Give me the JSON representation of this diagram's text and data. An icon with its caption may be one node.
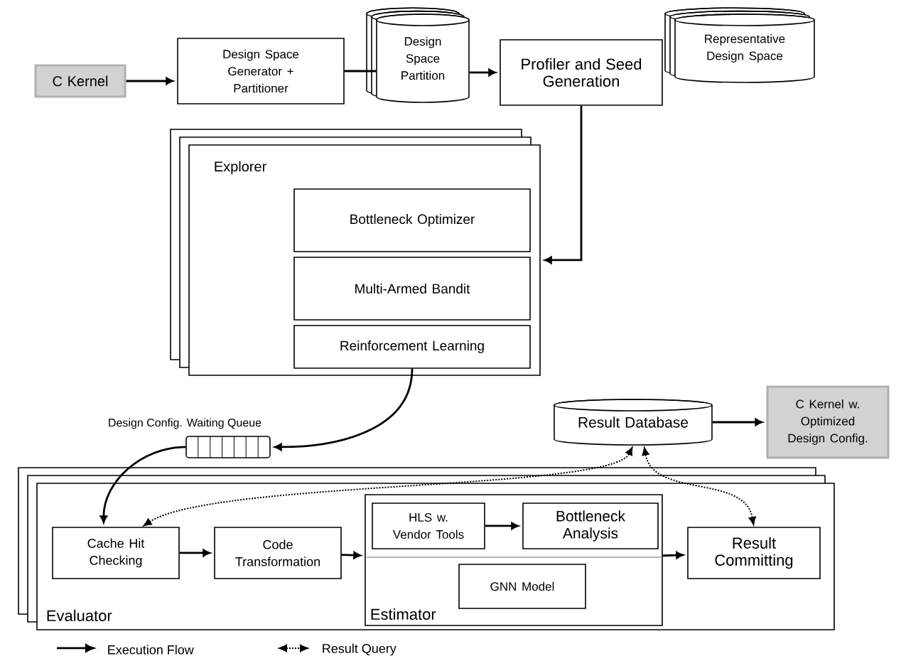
{
  "diagram": {
    "nodes": [
      {
        "text": [
          "C Kernel"
        ]
      },
      {
        "text": [
          "Design Space Generator + Partitioner"
        ]
      },
      {
        "text": [
          "Design Space Partition"
        ]
      },
      {
        "text": [
          "Profiler and Seed Generation"
        ]
      },
      {
        "text": [
          "Representative Design Space"
        ]
      },
      {
        "text": [
          "Explorer"
        ]
      },
      {
        "text": [
          "Bottleneck Optimizer"
        ],
        "in": 5
      },
      {
        "text": [
          "Multi-Armed Bandit"
        ],
        "in": 5
      },
      {
        "text": [
          "Reinforcement Learning"
        ],
        "in": 5
      },
      {
        "text": [],
        "shape": "box",
        "beside": [
          "Design Config. Waiting Queue"
        ]
      },
      {
        "text": [
          "Result Database"
        ]
      },
      {
        "text": [
          "C Kernel w. Optimized Design Config."
        ]
      },
      {
        "text": [
          "Evaluator"
        ]
      },
      {
        "text": [
          "Cache Hit Checking"
        ],
        "in": 12
      },
      {
        "text": [
          "Code Transformation"
        ],
        "in": 12
      },
      {
        "text": [
          "Estimator"
        ],
        "in": 12
      },
      {
        "text": [
          "HLS w. Vendor Tools"
        ],
        "in": 15
      },
      {
        "text": [
          "Bottleneck Analysis"
        ],
        "in": 15
      },
      {
        "text": [
          "GNN Model"
        ],
        "in": 15
      },
      {
        "text": [
          "Result Committing"
        ],
        "in": 12
      }
    ],
    "edges": [
      {
        "from": 0,
        "to": 1,
        "arrow": "to"
      },
      {
        "from": 1,
        "to": 2,
        "arrow": "none"
      },
      {
        "from": 2,
        "to": 3,
        "arrow": "to"
      },
      {
        "from": 3,
        "to": 5,
        "arrow": "to"
      },
      {
        "from": 8,
        "to": 9,
        "arrow": "to"
      },
      {
        "from": 9,
        "to": 13,
        "arrow": "to"
      },
      {
        "from": 13,
        "to": 10,
        "arrow": "both",
        "style": "dashed"
      },
      {
        "from": 19,
        "to": 10,
        "arrow": "both",
        "style": "dashed"
      },
      {
        "from": 10,
        "to": 11,
        "arrow": "to"
      },
      {
        "from": 13,
        "to": 14,
        "arrow": "to"
      },
      {
        "from": 14,
        "to": 15,
        "arrow": "to"
      },
      {
        "from": 16,
        "to": 17,
        "arrow": "to"
      },
      {
        "from": 15,
        "to": 19,
        "arrow": "to"
      }
    ],
    "legend": [
      {
        "text": "Execution Flow"
      },
      {
        "text": "Result Query"
      }
    ]
  }
}
